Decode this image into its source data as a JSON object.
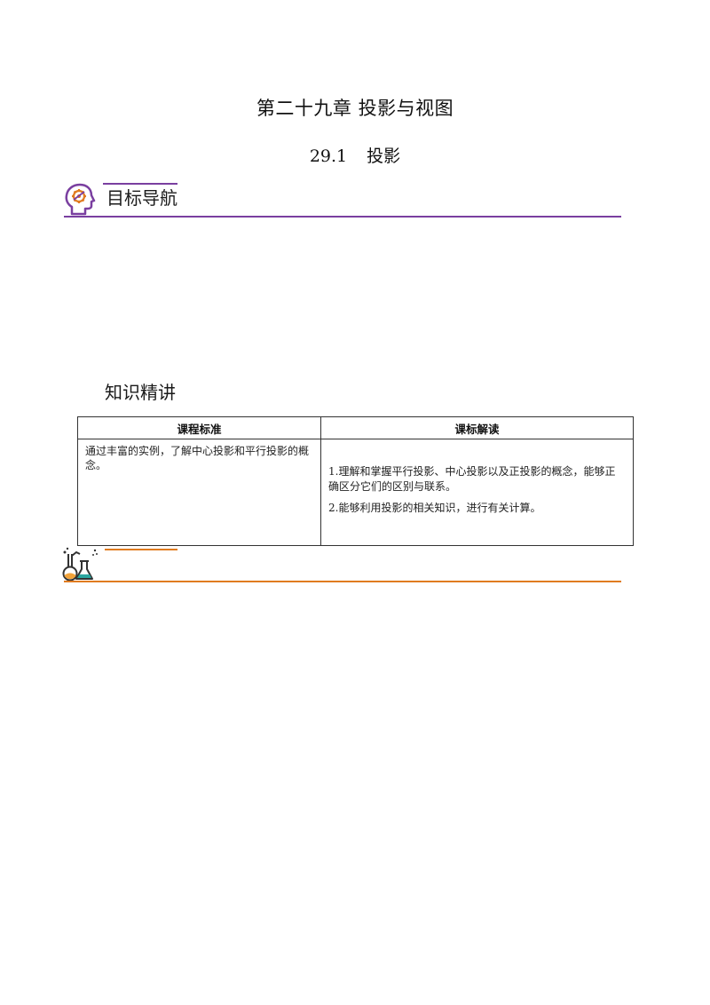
{
  "document": {
    "chapter_title": "第二十九章 投影与视图",
    "section_number": "29.1",
    "section_title": "投影"
  },
  "nav_section": {
    "heading": "目标导航",
    "icon": "head-gears-icon",
    "accent_color": "#7a3fa0"
  },
  "knowledge_section": {
    "heading": "知识精讲"
  },
  "standards_table": {
    "headers": [
      "课程标准",
      "课标解读"
    ],
    "standard_text": "通过丰富的实例，了解中心投影和平行投影的概念。",
    "interpretation": [
      "1.理解和掌握平行投影、中心投影以及正投影的概念，能够正确区分它们的区别与联系。",
      "2.能够利用投影的相关知识，进行有关计算。"
    ]
  },
  "lab_section": {
    "icon": "lab-flask-icon",
    "accent_color": "#e07b1f"
  }
}
